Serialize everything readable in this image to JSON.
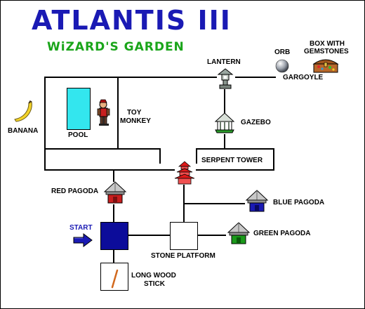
{
  "title": "ATLANTIS III",
  "subtitle": "WiZARD'S GARDEN",
  "locations": {
    "lantern": "LANTERN",
    "orb": "ORB",
    "box_line1": "BOX WITH",
    "box_line2": "GEMSTONES",
    "gargoyle": "GARGOYLE",
    "banana": "BANANA",
    "pool": "POOL",
    "toy_line1": "TOY",
    "toy_line2": "MONKEY",
    "gazebo": "GAZEBO",
    "serpent_tower": "SERPENT TOWER",
    "red_pagoda": "RED PAGODA",
    "blue_pagoda": "BLUE PAGODA",
    "green_pagoda": "GREEN PAGODA",
    "start": "START",
    "stone_platform": "STONE PLATFORM",
    "stick_line1": "LONG WOOD",
    "stick_line2": "STICK"
  },
  "icons": {
    "lantern": "stone-lantern-icon",
    "orb": "orb-icon",
    "box": "treasure-chest-icon",
    "banana": "banana-icon",
    "monkey": "toy-monkey-icon",
    "gazebo": "gazebo-icon",
    "serpent_tower": "serpent-tower-icon",
    "red_pagoda": "red-pagoda-icon",
    "blue_pagoda": "blue-pagoda-icon",
    "green_pagoda": "green-pagoda-icon",
    "start_arrow": "arrow-right-icon",
    "stick": "wood-stick-icon"
  },
  "colors": {
    "title": "#1a1ab4",
    "subtitle": "#1aa51a",
    "pool": "#33e6ee",
    "start_square": "#0c0c9a",
    "red_pagoda": "#c81e1e",
    "blue_pagoda": "#1a1ab4",
    "green_pagoda": "#1a9a1a",
    "serpent_tower": "#e01a1a"
  }
}
